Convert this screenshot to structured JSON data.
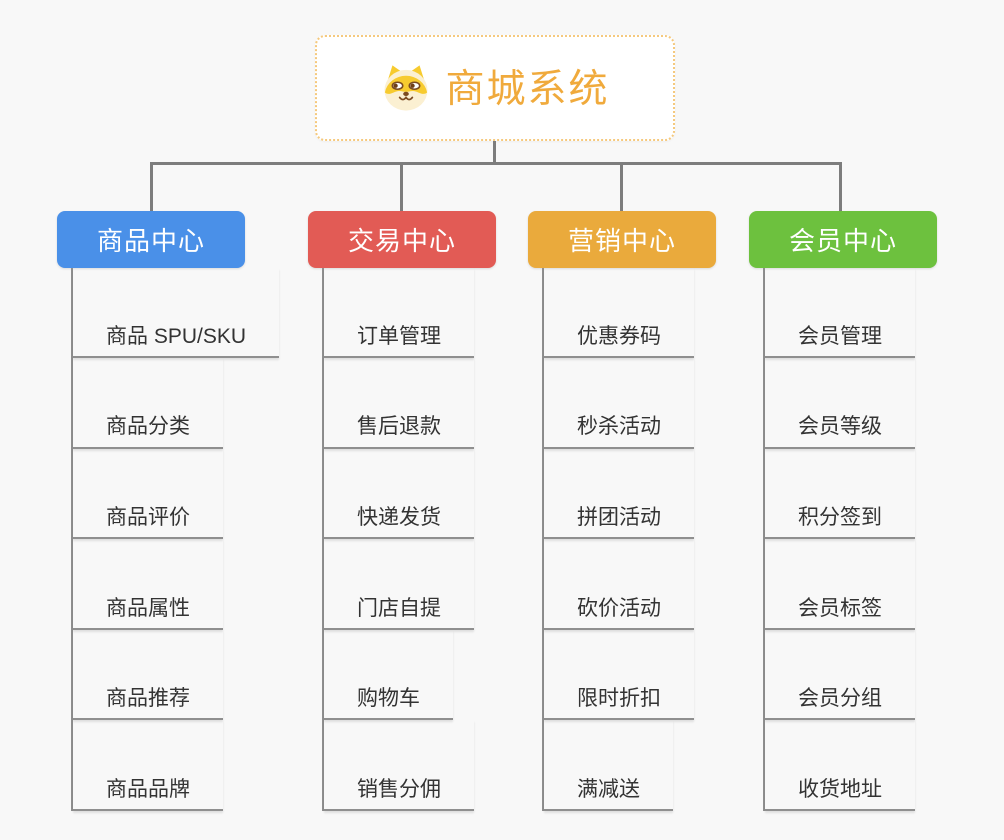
{
  "canvas": {
    "background": "#F8F8F8",
    "tree_line_color": "#7D7D7D",
    "item_line_color": "#8F8F8F"
  },
  "root": {
    "title": "商城系统",
    "title_color": "#F0AA3C",
    "border_color": "#F5C97E",
    "icon": "dog-face-icon"
  },
  "branches": [
    {
      "label": "商品中心",
      "color": "#4A90E8",
      "children": [
        "商品 SPU/SKU",
        "商品分类",
        "商品评价",
        "商品属性",
        "商品推荐",
        "商品品牌"
      ]
    },
    {
      "label": "交易中心",
      "color": "#E25B55",
      "children": [
        "订单管理",
        "售后退款",
        "快递发货",
        "门店自提",
        "购物车",
        "销售分佣"
      ]
    },
    {
      "label": "营销中心",
      "color": "#EAAA3C",
      "children": [
        "优惠券码",
        "秒杀活动",
        "拼团活动",
        "砍价活动",
        "限时折扣",
        "满减送"
      ]
    },
    {
      "label": "会员中心",
      "color": "#6DC13E",
      "children": [
        "会员管理",
        "会员等级",
        "积分签到",
        "会员标签",
        "会员分组",
        "收货地址"
      ]
    }
  ]
}
